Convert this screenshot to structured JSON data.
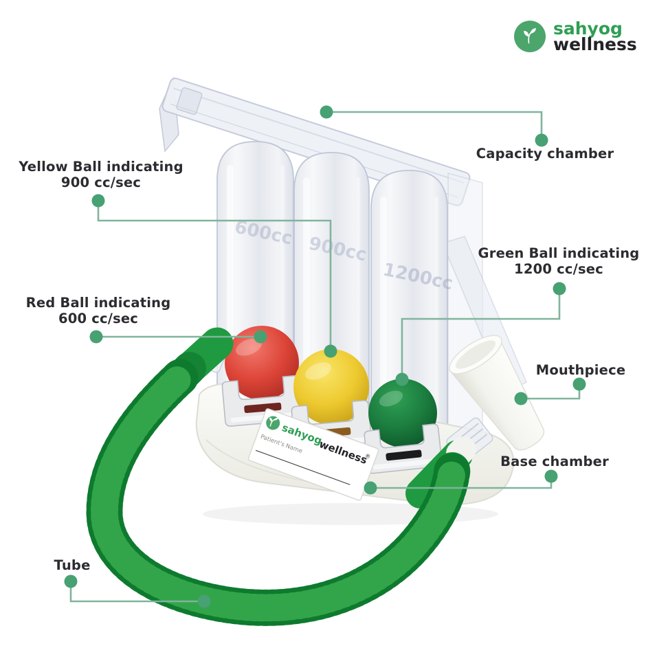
{
  "brand": {
    "primary": "sahyog",
    "secondary": "wellness"
  },
  "device": {
    "label": {
      "brand_primary": "sahyog",
      "brand_secondary": "wellness",
      "registered_mark": "®",
      "patient_name_caption": "Patient's Name"
    },
    "chamber_markings": [
      "600cc",
      "900cc",
      "1200cc"
    ]
  },
  "annotations": {
    "capacity_chamber": {
      "label": "Capacity chamber"
    },
    "yellow_ball": {
      "line1": "Yellow Ball indicating",
      "line2": "900 cc/sec"
    },
    "red_ball": {
      "line1": "Red Ball indicating",
      "line2": "600 cc/sec"
    },
    "green_ball": {
      "line1": "Green Ball indicating",
      "line2": "1200 cc/sec"
    },
    "mouthpiece": {
      "label": "Mouthpiece"
    },
    "base_chamber": {
      "label": "Base chamber"
    },
    "tube": {
      "label": "Tube"
    }
  },
  "colors": {
    "callout_line": "#80B49C",
    "callout_dot": "#47A173",
    "label_text": "#2B2B30",
    "brand_green": "#2F9E55",
    "brand_dark": "#232327",
    "logo_circle": "#4CA56B",
    "tube_green": "#1F9140",
    "tube_ridge_dark": "#0E7A2E",
    "tube_ridge_light": "#36AA4E",
    "ball_red": "#D83A30",
    "ball_yellow": "#EFCD32",
    "ball_green": "#1E8A43",
    "base_white": "#F7F7F3",
    "chamber_tint": "#EEF0F4"
  }
}
